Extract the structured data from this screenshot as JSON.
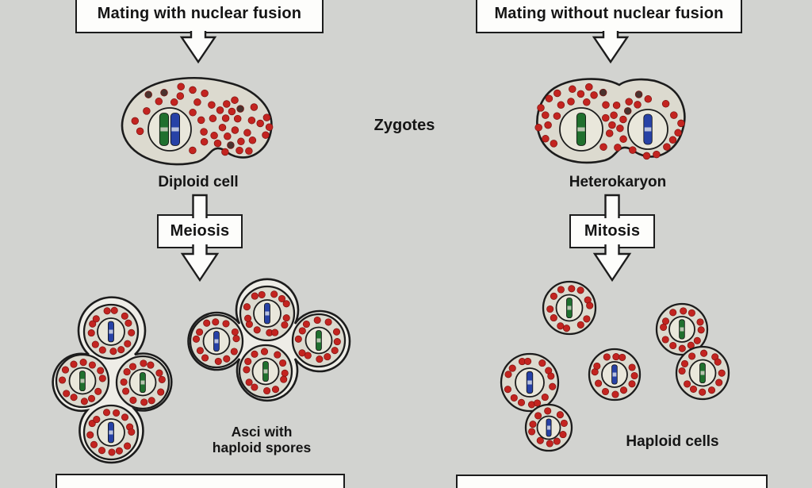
{
  "flowchart": {
    "left": {
      "top_box": "Mating with nuclear fusion",
      "zygote_label": "Diploid cell",
      "process_box": "Meiosis",
      "result_label_line1": "Asci with",
      "result_label_line2": "haploid spores"
    },
    "right": {
      "top_box": "Mating without nuclear fusion",
      "zygote_label": "Heterokaryon",
      "process_box": "Mitosis",
      "result_label": "Haploid cells"
    },
    "center_label": "Zygotes"
  },
  "diagram": {
    "diploid_cell": {
      "chromosomes": [
        "green",
        "blue"
      ]
    },
    "heterokaryon": {
      "nuclei": [
        "green",
        "blue"
      ]
    },
    "ascus_1_spores": [
      "blue",
      "green",
      "green",
      "blue"
    ],
    "ascus_2_spores": [
      "blue",
      "blue",
      "green",
      "green"
    ],
    "haploid_cells": [
      "green",
      "blue",
      "blue",
      "blue",
      "green",
      "green"
    ]
  },
  "colors": {
    "background": "#d2d3d0",
    "box_fill": "#fdfdfb",
    "cell_fill": "#dcdacf",
    "ascus_fill": "#eeede7",
    "nucleus_fill": "#e9e7db",
    "chromosome_green": "#20702e",
    "chromosome_blue": "#2742a6",
    "dot_red": "#c32420",
    "dot_dark": "#4a322e",
    "outline": "#1c1c1c"
  }
}
